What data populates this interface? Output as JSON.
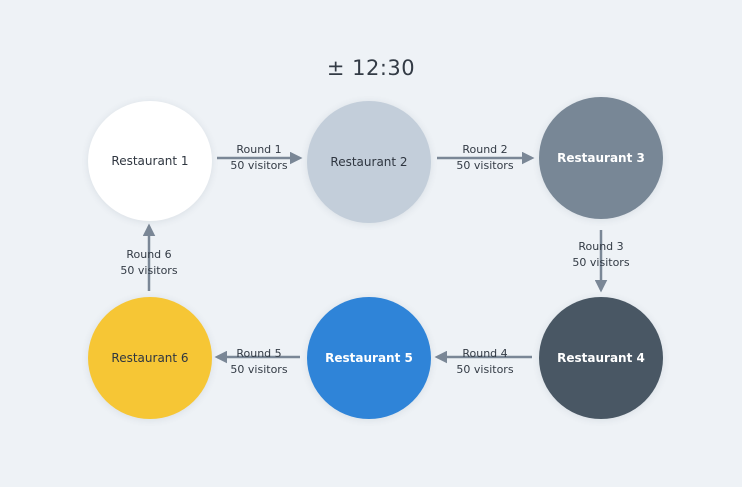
{
  "title": "± 12:30",
  "restaurants": [
    {
      "label": "Restaurant 1",
      "fill": "#ffffff",
      "text_color": "#2f3640",
      "bold": false
    },
    {
      "label": "Restaurant 2",
      "fill": "#c3ceda",
      "text_color": "#2f3640",
      "bold": false
    },
    {
      "label": "Restaurant 3",
      "fill": "#788796",
      "text_color": "#ffffff",
      "bold": true
    },
    {
      "label": "Restaurant 4",
      "fill": "#495764",
      "text_color": "#ffffff",
      "bold": true
    },
    {
      "label": "Restaurant 5",
      "fill": "#2f84d8",
      "text_color": "#ffffff",
      "bold": true
    },
    {
      "label": "Restaurant 6",
      "fill": "#f6c635",
      "text_color": "#2f3640",
      "bold": false
    }
  ],
  "rounds": [
    {
      "round": "Round 1",
      "visitors": "50 visitors",
      "from": "Restaurant 1",
      "to": "Restaurant 2"
    },
    {
      "round": "Round 2",
      "visitors": "50 visitors",
      "from": "Restaurant 2",
      "to": "Restaurant 3"
    },
    {
      "round": "Round 3",
      "visitors": "50 visitors",
      "from": "Restaurant 3",
      "to": "Restaurant 4"
    },
    {
      "round": "Round 4",
      "visitors": "50 visitors",
      "from": "Restaurant 4",
      "to": "Restaurant 5"
    },
    {
      "round": "Round 5",
      "visitors": "50 visitors",
      "from": "Restaurant 5",
      "to": "Restaurant 6"
    },
    {
      "round": "Round 6",
      "visitors": "50 visitors",
      "from": "Restaurant 6",
      "to": "Restaurant 1"
    }
  ],
  "arrow_color": "#7a8796"
}
